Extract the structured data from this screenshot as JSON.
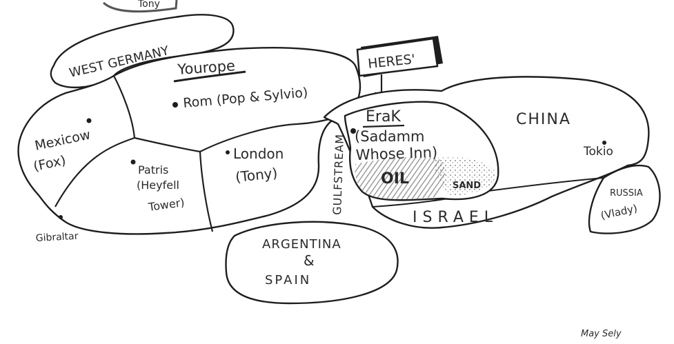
{
  "map": {
    "colors": {
      "ink": "#1e1e1e",
      "paper": "#ffffff",
      "hatch": "#8a8a8a"
    },
    "top_scribble": "Tony",
    "labels": {
      "west_germany": "WEST GERMANY",
      "yourope": "Yourope",
      "rom": "Rom (Pop & Sylvio)",
      "mexicow": "Mexicow",
      "fox": "(Fox)",
      "patris": "Patris",
      "heyfell": "(Heyfell",
      "tower": "Tower)",
      "london": "London",
      "tony": "(Tony)",
      "gibraltar": "Gibraltar",
      "gulfstream": "GULFSTREAM",
      "heres": "HERES'",
      "erak": "EraK",
      "sadamm": "(Sadamm",
      "whose_inn": "Whose Inn)",
      "oil": "OIL",
      "sand": "SAND",
      "china": "CHINA",
      "tokio": "Tokio",
      "russia": "RUSSIA",
      "vlady": "(Vlady)",
      "israel": "ISRAEL",
      "argentina": "ARGENTINA",
      "ampersand": "&",
      "spain": "SPAIN"
    },
    "signature": "May Sely"
  }
}
